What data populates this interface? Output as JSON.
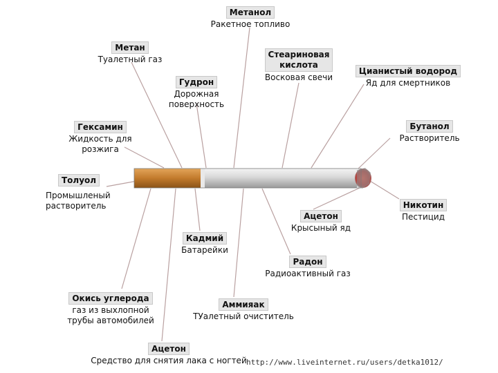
{
  "colors": {
    "line": "#b9a0a0",
    "label_bg": "#e6e6e6"
  },
  "chemicals": [
    {
      "name": "Метанол",
      "desc": "Ракетное топливо"
    },
    {
      "name": "Метан",
      "desc": "Туалетный газ"
    },
    {
      "name": "Стеариновая\nкислота",
      "desc": "Восковая свечи"
    },
    {
      "name": "Цианистый водород",
      "desc": "Яд для смертников"
    },
    {
      "name": "Гудрон",
      "desc": "Дорожная\nповерхность"
    },
    {
      "name": "Гексамин",
      "desc": "Жидкость для\nрозжига"
    },
    {
      "name": "Бутанол",
      "desc": "Растворитель"
    },
    {
      "name": "Толуол",
      "desc": "Промышленый\nрастворитель"
    },
    {
      "name": "Никотин",
      "desc": "Пестицид"
    },
    {
      "name": "Ацетон",
      "desc": "Крысыный яд"
    },
    {
      "name": "Кадмий",
      "desc": "Батарейки"
    },
    {
      "name": "Радон",
      "desc": "Радиоактивный газ"
    },
    {
      "name": "Окись углерода",
      "desc": "газ из выхлопной\nтрубы автомобилей"
    },
    {
      "name": "Аммияак",
      "desc": "ТУалетный очиститель"
    },
    {
      "name": "Ацетон",
      "desc": "Средство для снятия лака с ногтей"
    }
  ],
  "watermark": "http://www.liveinternet.ru/users/detka1012/"
}
